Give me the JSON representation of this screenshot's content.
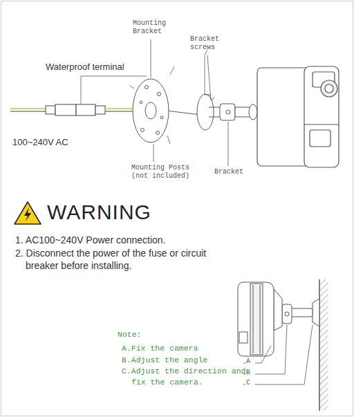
{
  "diagram": {
    "labels": [
      "Mounting Bracket",
      "Bracket screws",
      "Waterproof terminal",
      "100~240V AC",
      "Mounting Posts (not included)",
      "Bracket",
      "WARNING",
      "1. AC100~240V Power connection.",
      "2. Disconnect the power of the fuse or circuit breaker before installing.",
      "Note:",
      "A.Fix the camera",
      "B.Adjust the angle",
      "C.Adjust the direction and fix the camera.",
      "A",
      "B",
      "C"
    ]
  }
}
